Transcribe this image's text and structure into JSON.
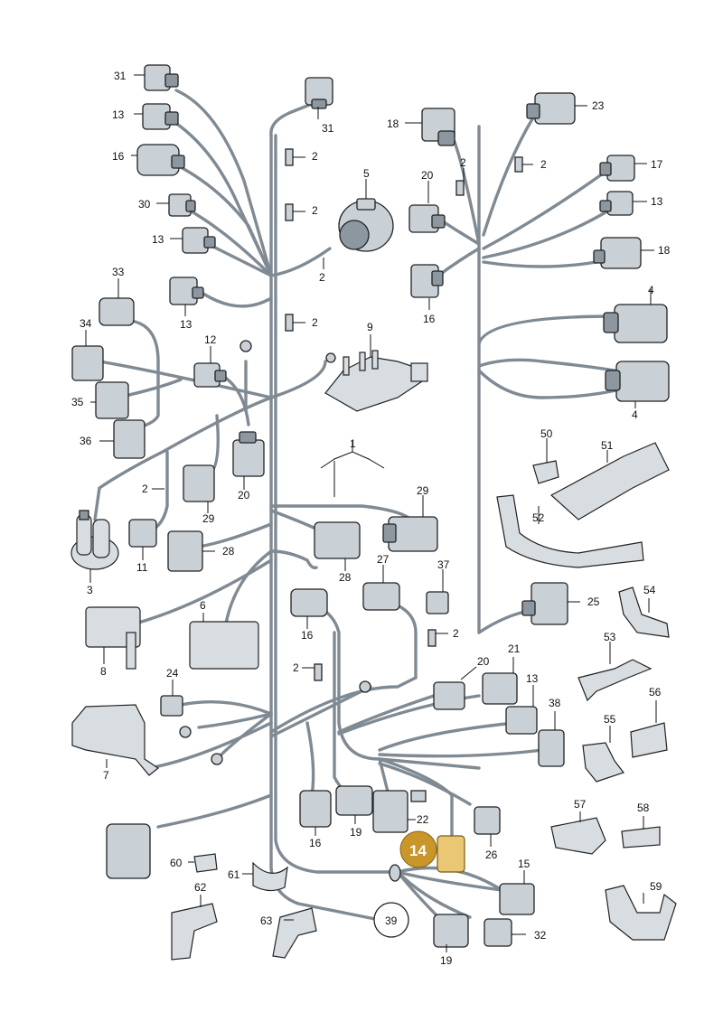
{
  "highlight": {
    "label": "14",
    "color": "#c9962a"
  },
  "ring_label": "39",
  "labels": [
    {
      "id": "l31a",
      "text": "31"
    },
    {
      "id": "l13a",
      "text": "13"
    },
    {
      "id": "l16a",
      "text": "16"
    },
    {
      "id": "l30",
      "text": "30"
    },
    {
      "id": "l13b",
      "text": "13"
    },
    {
      "id": "l13c",
      "text": "13"
    },
    {
      "id": "l31b",
      "text": "31"
    },
    {
      "id": "l2a",
      "text": "2"
    },
    {
      "id": "l2b",
      "text": "2"
    },
    {
      "id": "l5",
      "text": "5"
    },
    {
      "id": "l2c",
      "text": "2"
    },
    {
      "id": "l2d",
      "text": "2"
    },
    {
      "id": "l18a",
      "text": "18"
    },
    {
      "id": "l20a",
      "text": "20"
    },
    {
      "id": "l2e",
      "text": "2"
    },
    {
      "id": "l2f",
      "text": "2"
    },
    {
      "id": "l23",
      "text": "23"
    },
    {
      "id": "l17",
      "text": "17"
    },
    {
      "id": "l13d",
      "text": "13"
    },
    {
      "id": "l18b",
      "text": "18"
    },
    {
      "id": "l16b",
      "text": "16"
    },
    {
      "id": "l4a",
      "text": "4"
    },
    {
      "id": "l4b",
      "text": "4"
    },
    {
      "id": "l33",
      "text": "33"
    },
    {
      "id": "l34",
      "text": "34"
    },
    {
      "id": "l35",
      "text": "35"
    },
    {
      "id": "l36",
      "text": "36"
    },
    {
      "id": "l12",
      "text": "12"
    },
    {
      "id": "l9",
      "text": "9"
    },
    {
      "id": "l1",
      "text": "1"
    },
    {
      "id": "l2g",
      "text": "2"
    },
    {
      "id": "l20b",
      "text": "20"
    },
    {
      "id": "l29a",
      "text": "29"
    },
    {
      "id": "l29b",
      "text": "29"
    },
    {
      "id": "l11",
      "text": "11"
    },
    {
      "id": "l28a",
      "text": "28"
    },
    {
      "id": "l28b",
      "text": "28"
    },
    {
      "id": "l3",
      "text": "3"
    },
    {
      "id": "l50",
      "text": "50"
    },
    {
      "id": "l51",
      "text": "51"
    },
    {
      "id": "l52",
      "text": "52"
    },
    {
      "id": "l27",
      "text": "27"
    },
    {
      "id": "l37",
      "text": "37"
    },
    {
      "id": "l6",
      "text": "6"
    },
    {
      "id": "l8",
      "text": "8"
    },
    {
      "id": "l16c",
      "text": "16"
    },
    {
      "id": "l25",
      "text": "25"
    },
    {
      "id": "l54",
      "text": "54"
    },
    {
      "id": "l2h",
      "text": "2"
    },
    {
      "id": "l2i",
      "text": "2"
    },
    {
      "id": "l53",
      "text": "53"
    },
    {
      "id": "l24",
      "text": "24"
    },
    {
      "id": "l20c",
      "text": "20"
    },
    {
      "id": "l21",
      "text": "21"
    },
    {
      "id": "l13e",
      "text": "13"
    },
    {
      "id": "l38",
      "text": "38"
    },
    {
      "id": "l56",
      "text": "56"
    },
    {
      "id": "l55",
      "text": "55"
    },
    {
      "id": "l7",
      "text": "7"
    },
    {
      "id": "l22",
      "text": "22"
    },
    {
      "id": "l19a",
      "text": "19"
    },
    {
      "id": "l16d",
      "text": "16"
    },
    {
      "id": "l26",
      "text": "26"
    },
    {
      "id": "l57",
      "text": "57"
    },
    {
      "id": "l58",
      "text": "58"
    },
    {
      "id": "l60",
      "text": "60"
    },
    {
      "id": "l61",
      "text": "61"
    },
    {
      "id": "l62",
      "text": "62"
    },
    {
      "id": "l63",
      "text": "63"
    },
    {
      "id": "l15",
      "text": "15"
    },
    {
      "id": "l32",
      "text": "32"
    },
    {
      "id": "l19b",
      "text": "19"
    },
    {
      "id": "l59",
      "text": "59"
    }
  ]
}
